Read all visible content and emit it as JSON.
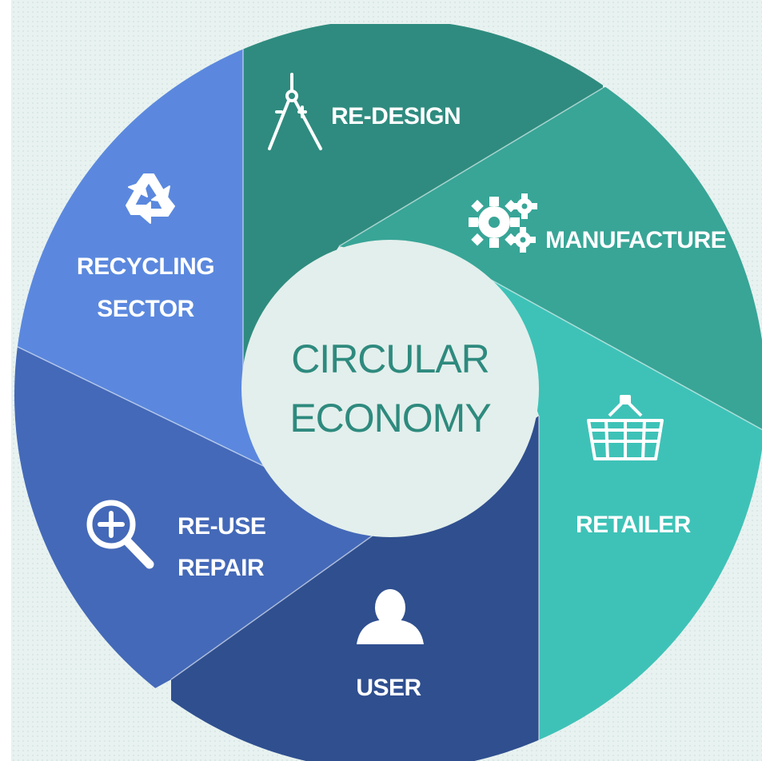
{
  "title": {
    "line1": "CIRCULAR",
    "line2": "ECONOMY"
  },
  "segments": [
    {
      "id": "redesign",
      "lines": [
        "RE-DESIGN"
      ],
      "icon": "compass-icon",
      "color": "#2f8b7f"
    },
    {
      "id": "manufacture",
      "lines": [
        "MANUFACTURE"
      ],
      "icon": "gears-icon",
      "color": "#38a597"
    },
    {
      "id": "retailer",
      "lines": [
        "RETAILER"
      ],
      "icon": "basket-icon",
      "color": "#3ec2b7"
    },
    {
      "id": "user",
      "lines": [
        "USER"
      ],
      "icon": "user-icon",
      "color": "#2f4f8f"
    },
    {
      "id": "reuse-repair",
      "lines": [
        "RE-USE",
        "REPAIR"
      ],
      "icon": "magnifier-plus-icon",
      "color": "#4469b8"
    },
    {
      "id": "recycling-sector",
      "lines": [
        "RECYCLING",
        "SECTOR"
      ],
      "icon": "recycle-icon",
      "color": "#5b88de"
    }
  ],
  "colors": {
    "background": "#e8f2f0",
    "center_fill": "#e3efec",
    "center_text": "#2e8a7e",
    "label_text": "#ffffff"
  }
}
